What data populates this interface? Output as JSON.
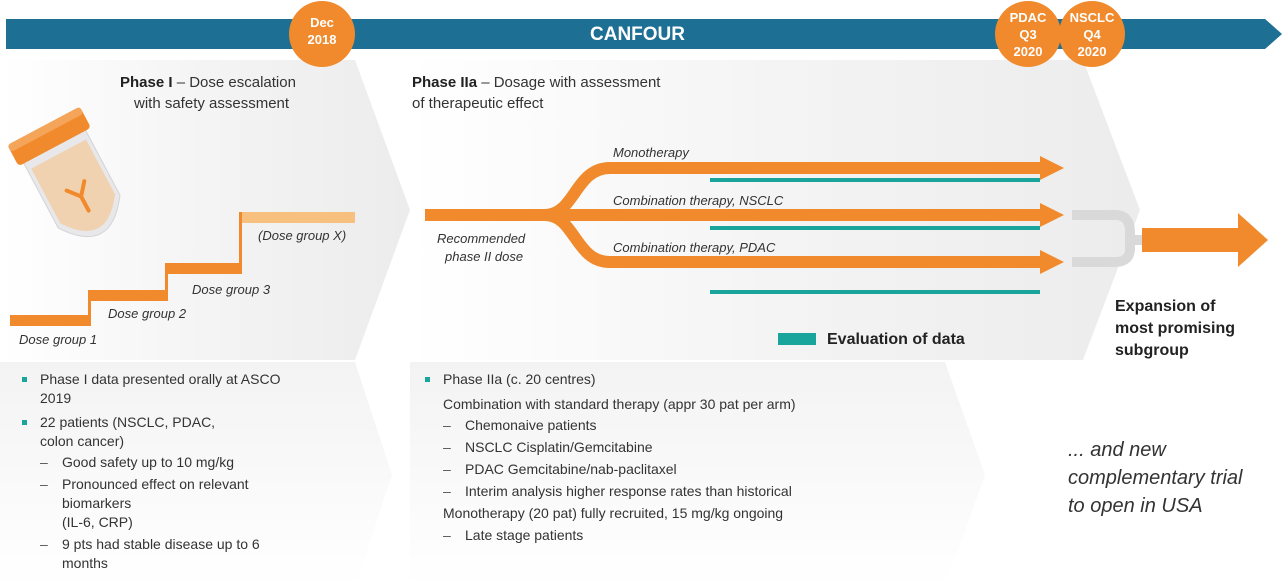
{
  "banner": {
    "title": "CANFOUR"
  },
  "milestones": [
    {
      "line1": "Dec",
      "line2": "2018",
      "line3": ""
    },
    {
      "line1": "PDAC",
      "line2": "Q3",
      "line3": "2020"
    },
    {
      "line1": "NSCLC",
      "line2": "Q4",
      "line3": "2020"
    }
  ],
  "phase1": {
    "title_bold": "Phase I",
    "title_rest_1": " – Dose escalation",
    "title_line2": "with safety assessment",
    "steps": [
      "Dose group 1",
      "Dose group 2",
      "Dose group 3",
      "(Dose group X)"
    ]
  },
  "phase2a": {
    "title_bold": "Phase IIa",
    "title_rest_1": " – Dosage with assessment",
    "title_line2": "of therapeutic effect",
    "recommended_line1": "Recommended",
    "recommended_line2": "phase II dose",
    "arms": [
      "Monotherapy",
      "Combination therapy, NSCLC",
      "Combination therapy, PDAC"
    ],
    "legend_label": "Evaluation of data"
  },
  "expansion": {
    "line1": "Expansion of",
    "line2": "most promising",
    "line3": "subgroup"
  },
  "phase1_details": {
    "b1_l1": "Phase I data presented orally at ASCO",
    "b1_l2": "2019",
    "b2_l1": "22 patients (NSCLC, PDAC,",
    "b2_l2": "colon cancer)",
    "s1": "Good safety up to 10 mg/kg",
    "s2_l1": "Pronounced effect on relevant",
    "s2_l2": "biomarkers",
    "s2_l3": "(IL-6, CRP)",
    "s3_l1": "9 pts had stable disease up to 6",
    "s3_l2": "months"
  },
  "phase2a_details": {
    "b1": "Phase IIa (c. 20 centres)",
    "combo": "Combination with standard therapy (appr 30 pat per arm)",
    "c1": "Chemonaive patients",
    "c2": "NSCLC Cisplatin/Gemcitabine",
    "c3": "PDAC Gemcitabine/nab-paclitaxel",
    "c4": "Interim analysis higher response rates than historical",
    "mono": "Monotherapy (20 pat) fully recruited, 15 mg/kg ongoing",
    "m1": "Late stage patients"
  },
  "right_note": {
    "line1": "... and new",
    "line2": "complementary trial",
    "line3": "to open in USA"
  },
  "colors": {
    "banner": "#1d6f93",
    "orange": "#f08a2c",
    "light_orange": "#f7c07f",
    "teal": "#1aa59c",
    "panel": "#f1f1f1"
  }
}
